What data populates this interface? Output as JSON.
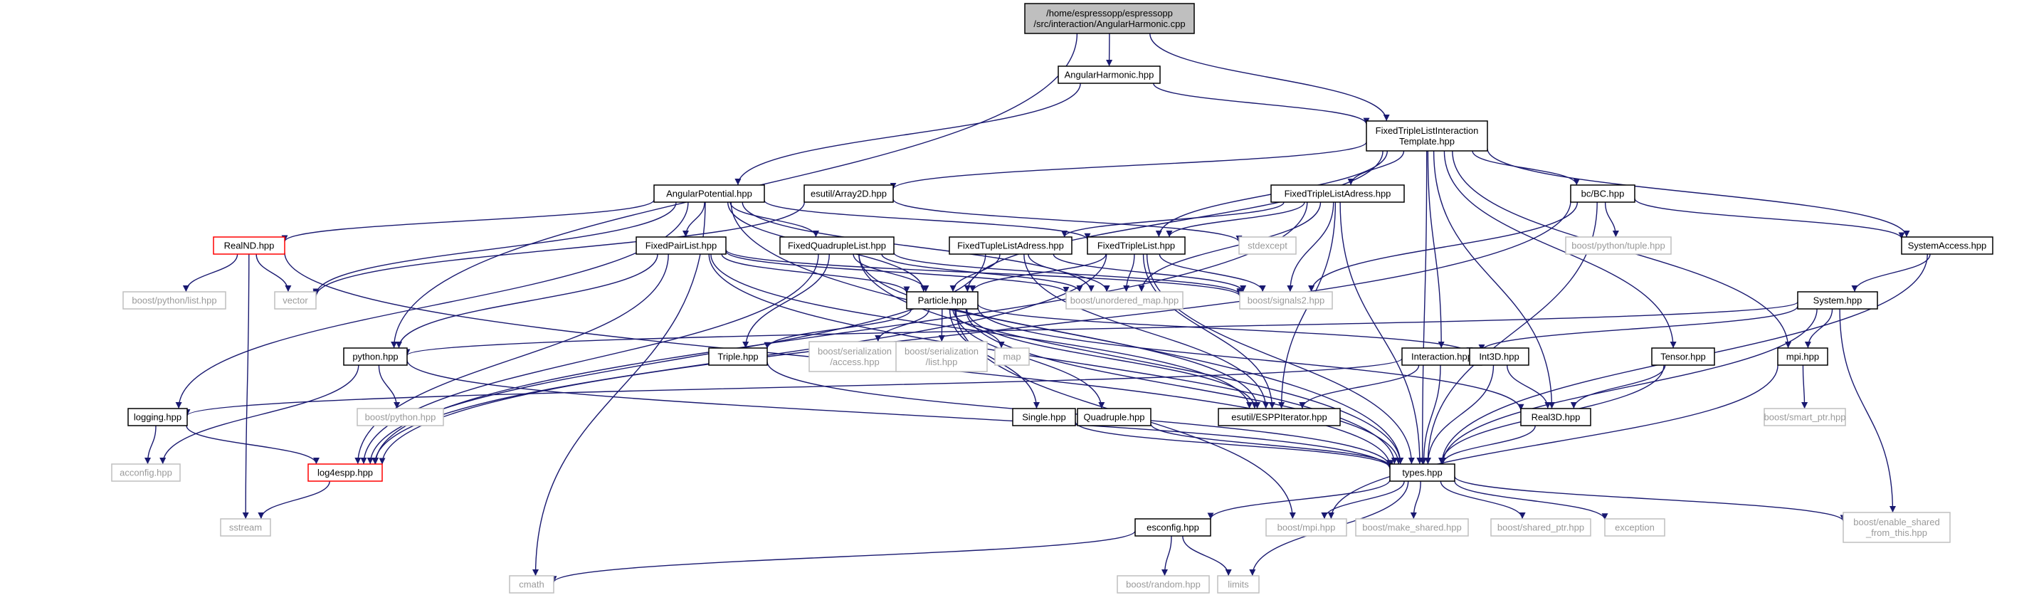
{
  "colors": {
    "edge": "#191970",
    "normal_border": "#000000",
    "normal_text": "#000000",
    "root_fill": "#bfbfbf",
    "missing_border": "#bfbfbf",
    "missing_text": "#9a9a9a",
    "truncated_border": "#ff0000"
  },
  "graph": {
    "nodes": [
      {
        "id": "root",
        "lines": [
          "/home/espressopp/espressopp",
          "/src/interaction/AngularHarmonic.cpp"
        ],
        "kind": "root"
      },
      {
        "id": "ah",
        "lines": [
          "AngularHarmonic.hpp"
        ],
        "kind": "normal"
      },
      {
        "id": "ftlit",
        "lines": [
          "FixedTripleListInteraction",
          "Template.hpp"
        ],
        "kind": "normal"
      },
      {
        "id": "ap",
        "lines": [
          "AngularPotential.hpp"
        ],
        "kind": "normal"
      },
      {
        "id": "arr2d",
        "lines": [
          "esutil/Array2D.hpp"
        ],
        "kind": "normal"
      },
      {
        "id": "ftla",
        "lines": [
          "FixedTripleListAdress.hpp"
        ],
        "kind": "normal"
      },
      {
        "id": "bc",
        "lines": [
          "bc/BC.hpp"
        ],
        "kind": "normal"
      },
      {
        "id": "realnd",
        "lines": [
          "RealND.hpp"
        ],
        "kind": "truncated"
      },
      {
        "id": "fpl",
        "lines": [
          "FixedPairList.hpp"
        ],
        "kind": "normal"
      },
      {
        "id": "fql",
        "lines": [
          "FixedQuadrupleList.hpp"
        ],
        "kind": "normal"
      },
      {
        "id": "ftupla",
        "lines": [
          "FixedTupleListAdress.hpp"
        ],
        "kind": "normal"
      },
      {
        "id": "ftl",
        "lines": [
          "FixedTripleList.hpp"
        ],
        "kind": "normal"
      },
      {
        "id": "stdexcept",
        "lines": [
          "stdexcept"
        ],
        "kind": "missing"
      },
      {
        "id": "bptuple",
        "lines": [
          "boost/python/tuple.hpp"
        ],
        "kind": "missing"
      },
      {
        "id": "sysacc",
        "lines": [
          "SystemAccess.hpp"
        ],
        "kind": "normal"
      },
      {
        "id": "bplist",
        "lines": [
          "boost/python/list.hpp"
        ],
        "kind": "missing"
      },
      {
        "id": "vector",
        "lines": [
          "vector"
        ],
        "kind": "missing"
      },
      {
        "id": "particle",
        "lines": [
          "Particle.hpp"
        ],
        "kind": "normal"
      },
      {
        "id": "umap",
        "lines": [
          "boost/unordered_map.hpp"
        ],
        "kind": "missing"
      },
      {
        "id": "signals2",
        "lines": [
          "boost/signals2.hpp"
        ],
        "kind": "missing"
      },
      {
        "id": "system",
        "lines": [
          "System.hpp"
        ],
        "kind": "normal"
      },
      {
        "id": "python",
        "lines": [
          "python.hpp"
        ],
        "kind": "normal"
      },
      {
        "id": "triple",
        "lines": [
          "Triple.hpp"
        ],
        "kind": "normal"
      },
      {
        "id": "bsacc",
        "lines": [
          "boost/serialization",
          "/access.hpp"
        ],
        "kind": "missing"
      },
      {
        "id": "bslist",
        "lines": [
          "boost/serialization",
          "/list.hpp"
        ],
        "kind": "missing"
      },
      {
        "id": "map",
        "lines": [
          "map"
        ],
        "kind": "missing"
      },
      {
        "id": "interaction",
        "lines": [
          "Interaction.hpp"
        ],
        "kind": "normal"
      },
      {
        "id": "int3d",
        "lines": [
          "Int3D.hpp"
        ],
        "kind": "normal"
      },
      {
        "id": "tensor",
        "lines": [
          "Tensor.hpp"
        ],
        "kind": "normal"
      },
      {
        "id": "mpi",
        "lines": [
          "mpi.hpp"
        ],
        "kind": "normal"
      },
      {
        "id": "bpy",
        "lines": [
          "boost/python.hpp"
        ],
        "kind": "missing"
      },
      {
        "id": "logging",
        "lines": [
          "logging.hpp"
        ],
        "kind": "normal"
      },
      {
        "id": "single",
        "lines": [
          "Single.hpp"
        ],
        "kind": "normal"
      },
      {
        "id": "quadruple",
        "lines": [
          "Quadruple.hpp"
        ],
        "kind": "normal"
      },
      {
        "id": "espp",
        "lines": [
          "esutil/ESPPIterator.hpp"
        ],
        "kind": "normal"
      },
      {
        "id": "real3d",
        "lines": [
          "Real3D.hpp"
        ],
        "kind": "normal"
      },
      {
        "id": "bsptr",
        "lines": [
          "boost/smart_ptr.hpp"
        ],
        "kind": "missing"
      },
      {
        "id": "acconfig",
        "lines": [
          "acconfig.hpp"
        ],
        "kind": "missing"
      },
      {
        "id": "log4espp",
        "lines": [
          "log4espp.hpp"
        ],
        "kind": "truncated"
      },
      {
        "id": "types",
        "lines": [
          "types.hpp"
        ],
        "kind": "normal"
      },
      {
        "id": "sstream",
        "lines": [
          "sstream"
        ],
        "kind": "missing"
      },
      {
        "id": "esconfig",
        "lines": [
          "esconfig.hpp"
        ],
        "kind": "normal"
      },
      {
        "id": "bmpi",
        "lines": [
          "boost/mpi.hpp"
        ],
        "kind": "missing"
      },
      {
        "id": "bmkshared",
        "lines": [
          "boost/make_shared.hpp"
        ],
        "kind": "missing"
      },
      {
        "id": "bshared",
        "lines": [
          "boost/shared_ptr.hpp"
        ],
        "kind": "missing"
      },
      {
        "id": "exception",
        "lines": [
          "exception"
        ],
        "kind": "missing"
      },
      {
        "id": "besft",
        "lines": [
          "boost/enable_shared",
          "_from_this.hpp"
        ],
        "kind": "missing"
      },
      {
        "id": "cmath",
        "lines": [
          "cmath"
        ],
        "kind": "missing"
      },
      {
        "id": "brandom",
        "lines": [
          "boost/random.hpp"
        ],
        "kind": "missing"
      },
      {
        "id": "limits",
        "lines": [
          "limits"
        ],
        "kind": "missing"
      }
    ],
    "edges": [
      [
        "root",
        "ah"
      ],
      [
        "root",
        "ftlit"
      ],
      [
        "root",
        "python"
      ],
      [
        "ah",
        "ap"
      ],
      [
        "ah",
        "ftlit"
      ],
      [
        "ftlit",
        "arr2d"
      ],
      [
        "ftlit",
        "ftla"
      ],
      [
        "ftlit",
        "bc"
      ],
      [
        "ftlit",
        "sysacc"
      ],
      [
        "ftlit",
        "particle"
      ],
      [
        "ftlit",
        "ftl"
      ],
      [
        "ftlit",
        "interaction"
      ],
      [
        "ftlit",
        "tensor"
      ],
      [
        "ftlit",
        "mpi"
      ],
      [
        "ftlit",
        "real3d"
      ],
      [
        "ftlit",
        "types"
      ],
      [
        "ap",
        "realnd"
      ],
      [
        "ap",
        "fpl"
      ],
      [
        "ap",
        "fql"
      ],
      [
        "ap",
        "ftl"
      ],
      [
        "ap",
        "particle"
      ],
      [
        "ap",
        "logging"
      ],
      [
        "ap",
        "types"
      ],
      [
        "ap",
        "cmath"
      ],
      [
        "ap",
        "umap"
      ],
      [
        "ap",
        "vector"
      ],
      [
        "arr2d",
        "vector"
      ],
      [
        "arr2d",
        "stdexcept"
      ],
      [
        "ftla",
        "ftupla"
      ],
      [
        "ftla",
        "ftl"
      ],
      [
        "ftla",
        "log4espp"
      ],
      [
        "ftla",
        "umap"
      ],
      [
        "ftla",
        "signals2"
      ],
      [
        "ftla",
        "espp"
      ],
      [
        "ftla",
        "types"
      ],
      [
        "bc",
        "bptuple"
      ],
      [
        "bc",
        "sysacc"
      ],
      [
        "bc",
        "log4espp"
      ],
      [
        "bc",
        "types"
      ],
      [
        "bc",
        "signals2"
      ],
      [
        "realnd",
        "bplist"
      ],
      [
        "realnd",
        "vector"
      ],
      [
        "realnd",
        "sstream"
      ],
      [
        "realnd",
        "types"
      ],
      [
        "fpl",
        "particle"
      ],
      [
        "fpl",
        "umap"
      ],
      [
        "fpl",
        "signals2"
      ],
      [
        "fpl",
        "python"
      ],
      [
        "fpl",
        "log4espp"
      ],
      [
        "fpl",
        "types"
      ],
      [
        "fpl",
        "espp"
      ],
      [
        "fql",
        "particle"
      ],
      [
        "fql",
        "triple"
      ],
      [
        "fql",
        "umap"
      ],
      [
        "fql",
        "signals2"
      ],
      [
        "fql",
        "log4espp"
      ],
      [
        "fql",
        "types"
      ],
      [
        "fql",
        "espp"
      ],
      [
        "ftupla",
        "particle"
      ],
      [
        "ftupla",
        "umap"
      ],
      [
        "ftupla",
        "log4espp"
      ],
      [
        "ftupla",
        "espp"
      ],
      [
        "ftupla",
        "signals2"
      ],
      [
        "ftl",
        "particle"
      ],
      [
        "ftl",
        "umap"
      ],
      [
        "ftl",
        "signals2"
      ],
      [
        "ftl",
        "log4espp"
      ],
      [
        "ftl",
        "espp"
      ],
      [
        "ftl",
        "types"
      ],
      [
        "sysacc",
        "system"
      ],
      [
        "sysacc",
        "types"
      ],
      [
        "particle",
        "triple"
      ],
      [
        "particle",
        "bsacc"
      ],
      [
        "particle",
        "bslist"
      ],
      [
        "particle",
        "map"
      ],
      [
        "particle",
        "single"
      ],
      [
        "particle",
        "quadruple"
      ],
      [
        "particle",
        "int3d"
      ],
      [
        "particle",
        "real3d"
      ],
      [
        "particle",
        "espp"
      ],
      [
        "particle",
        "types"
      ],
      [
        "particle",
        "bmpi"
      ],
      [
        "system",
        "python"
      ],
      [
        "system",
        "interaction"
      ],
      [
        "system",
        "mpi"
      ],
      [
        "system",
        "types"
      ],
      [
        "system",
        "besft"
      ],
      [
        "python",
        "bpy"
      ],
      [
        "python",
        "types"
      ],
      [
        "python",
        "acconfig"
      ],
      [
        "triple",
        "types"
      ],
      [
        "interaction",
        "logging"
      ],
      [
        "interaction",
        "espp"
      ],
      [
        "interaction",
        "types"
      ],
      [
        "int3d",
        "real3d"
      ],
      [
        "int3d",
        "types"
      ],
      [
        "tensor",
        "real3d"
      ],
      [
        "tensor",
        "types"
      ],
      [
        "mpi",
        "bsptr"
      ],
      [
        "mpi",
        "bmpi"
      ],
      [
        "logging",
        "acconfig"
      ],
      [
        "logging",
        "log4espp"
      ],
      [
        "single",
        "types"
      ],
      [
        "quadruple",
        "types"
      ],
      [
        "real3d",
        "types"
      ],
      [
        "log4espp",
        "sstream"
      ],
      [
        "types",
        "esconfig"
      ],
      [
        "types",
        "bmpi"
      ],
      [
        "types",
        "bmkshared"
      ],
      [
        "types",
        "bshared"
      ],
      [
        "types",
        "exception"
      ],
      [
        "types",
        "besft"
      ],
      [
        "types",
        "limits"
      ],
      [
        "esconfig",
        "cmath"
      ],
      [
        "esconfig",
        "brandom"
      ],
      [
        "esconfig",
        "limits"
      ]
    ]
  }
}
